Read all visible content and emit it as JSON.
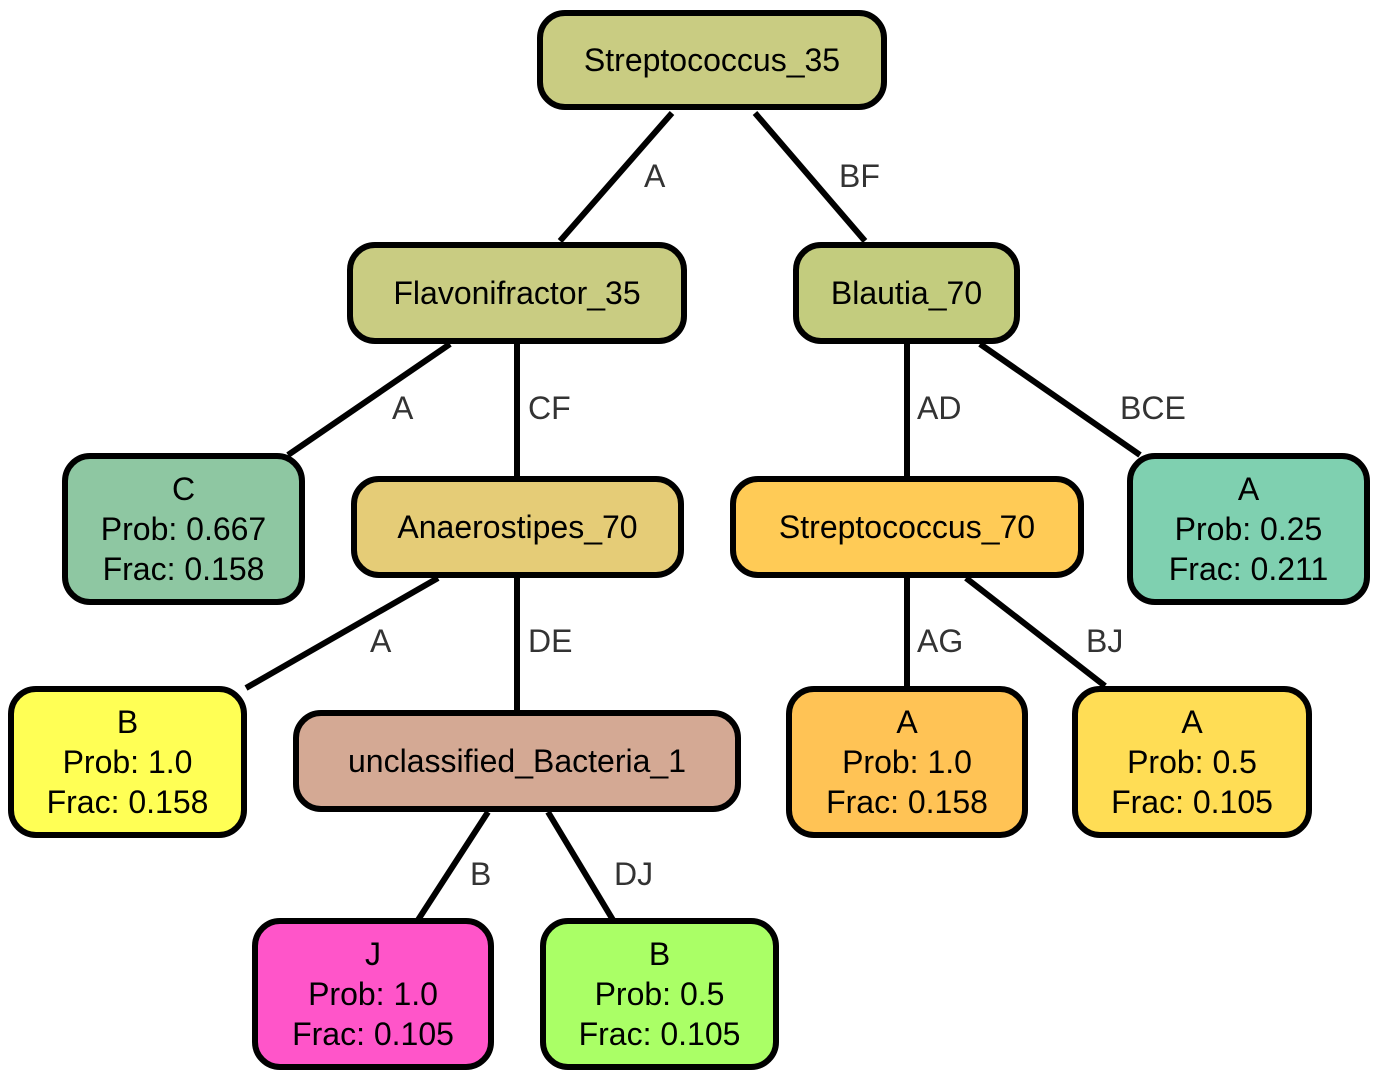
{
  "colors": {
    "streptococcus_35": "#c9cc82",
    "flavonifractor_35": "#c9cc82",
    "blautia_70": "#c3cc7e",
    "anaerostipes_70": "#e5cc77",
    "streptococcus_70": "#ffcb56",
    "unclassified_bacteria_1": "#d4a994",
    "leaf_c": "#8ec7a2",
    "leaf_b1": "#ffff55",
    "leaf_j": "#ff55c9",
    "leaf_b2": "#aaff66",
    "leaf_a1": "#ffc355",
    "leaf_a2": "#ffdd55",
    "leaf_a3": "#7fd0b0"
  },
  "nodes": {
    "streptococcus_35": {
      "label": "Streptococcus_35"
    },
    "flavonifractor_35": {
      "label": "Flavonifractor_35"
    },
    "blautia_70": {
      "label": "Blautia_70"
    },
    "anaerostipes_70": {
      "label": "Anaerostipes_70"
    },
    "streptococcus_70": {
      "label": "Streptococcus_70"
    },
    "unclassified_bacteria_1": {
      "label": "unclassified_Bacteria_1"
    },
    "leaf_c": {
      "label": "C",
      "prob": "Prob: 0.667",
      "frac": "Frac: 0.158"
    },
    "leaf_b1": {
      "label": "B",
      "prob": "Prob: 1.0",
      "frac": "Frac: 0.158"
    },
    "leaf_j": {
      "label": "J",
      "prob": "Prob: 1.0",
      "frac": "Frac: 0.105"
    },
    "leaf_b2": {
      "label": "B",
      "prob": "Prob: 0.5",
      "frac": "Frac: 0.105"
    },
    "leaf_a1": {
      "label": "A",
      "prob": "Prob: 1.0",
      "frac": "Frac: 0.158"
    },
    "leaf_a2": {
      "label": "A",
      "prob": "Prob: 0.5",
      "frac": "Frac: 0.105"
    },
    "leaf_a3": {
      "label": "A",
      "prob": "Prob: 0.25",
      "frac": "Frac: 0.211"
    }
  },
  "edges": {
    "strep35_flavo35": "A",
    "strep35_blautia70": "BF",
    "flavo35_leafc": "A",
    "flavo35_anaero70": "CF",
    "anaero70_leafb1": "A",
    "anaero70_unclass": "DE",
    "unclass_leafj": "B",
    "unclass_leafb2": "DJ",
    "blautia70_strep70": "AD",
    "blautia70_leafa3": "BCE",
    "strep70_leafa1": "AG",
    "strep70_leafa2": "BJ"
  }
}
